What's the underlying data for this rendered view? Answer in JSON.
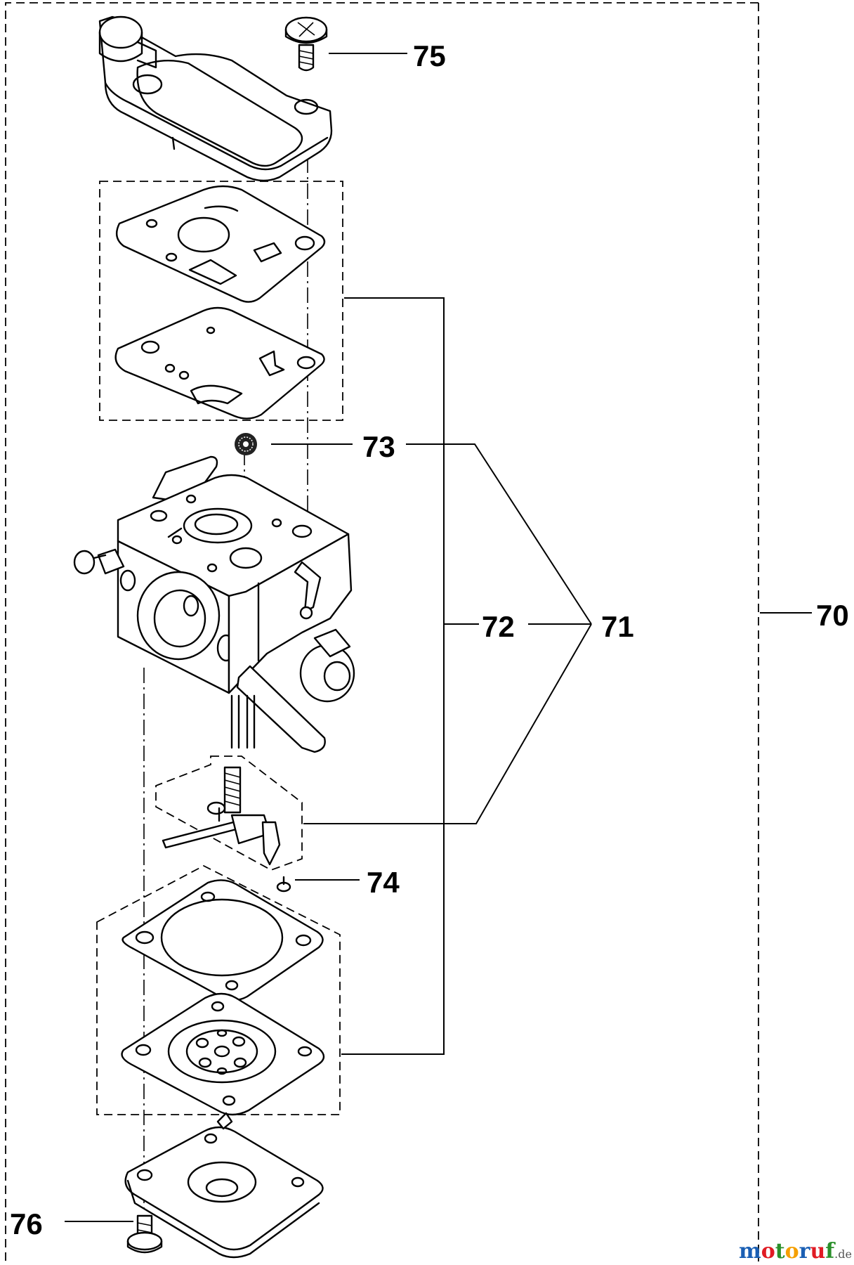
{
  "callouts": [
    {
      "id": "c70",
      "label": "70"
    },
    {
      "id": "c71",
      "label": "71"
    },
    {
      "id": "c72",
      "label": "72"
    },
    {
      "id": "c73",
      "label": "73"
    },
    {
      "id": "c74",
      "label": "74"
    },
    {
      "id": "c75",
      "label": "75"
    },
    {
      "id": "c76",
      "label": "76"
    }
  ],
  "watermark": {
    "letters": [
      "m",
      "o",
      "t",
      "o",
      "r",
      "u",
      "f"
    ],
    "letter_colors": [
      "#1a5fb4",
      "#e01b24",
      "#2a8f2a",
      "#f5a000",
      "#1a5fb4",
      "#e01b24",
      "#2a8f2a"
    ],
    "suffix": ".de"
  },
  "icons": [
    "screw-icon",
    "cover-plate",
    "gasket",
    "filter-screen",
    "carburetor-body",
    "needle-valve-assembly",
    "diaphragm",
    "pump-cover"
  ]
}
